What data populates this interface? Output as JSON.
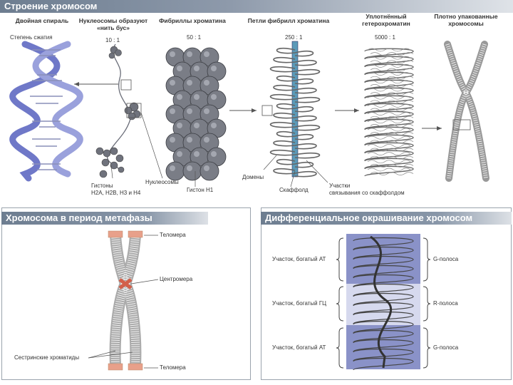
{
  "top": {
    "title": "Строение хромосом",
    "columns": {
      "double_helix": "Двойная спираль",
      "nucleosomes": "Нуклеосомы образуют «нить бус»",
      "fibrils": "Фибриллы хроматина",
      "loops": "Петли фибрилл хроматина",
      "heterochromatin": "Уплотнённый гетерохроматин",
      "packed": "Плотно упакованные хромосомы"
    },
    "compression_label": "Степень сжатия",
    "ratios": {
      "r1": "10 : 1",
      "r2": "50 : 1",
      "r3": "250 : 1",
      "r4": "5000 : 1"
    },
    "labels": {
      "histones": "Гистоны",
      "histone_types": "Н2А, Н2В, Н3 и Н4",
      "nucleosomes": "Нуклеосомы",
      "histone_h1": "Гистон Н1",
      "domains": "Домены",
      "scaffold": "Скаффолд",
      "binding_sites_1": "Участки",
      "binding_sites_2": "связывания со скаффолдом"
    }
  },
  "metaphase": {
    "title": "Хромосома в период метафазы",
    "telomere_top": "Теломера",
    "centromere": "Центромера",
    "sister_chromatids": "Сестринские хроматиды",
    "telomere_bottom": "Теломера"
  },
  "staining": {
    "title": "Дифференциальное окрашивание хромосом",
    "left_labels": [
      "Участок, богатый АТ",
      "Участок, богатый ГЦ",
      "Участок, богатый АТ"
    ],
    "right_labels": [
      "G-полоса",
      "R-полоса",
      "G-полоса"
    ]
  },
  "colors": {
    "helix": "#6f78c8",
    "bead": "#7a7d86",
    "panel_header": "#7a889a",
    "band_dark": "#8a92c8",
    "band_light": "#d6d9ee",
    "telomere": "#e8a08a",
    "centromere": "#d2604a"
  }
}
